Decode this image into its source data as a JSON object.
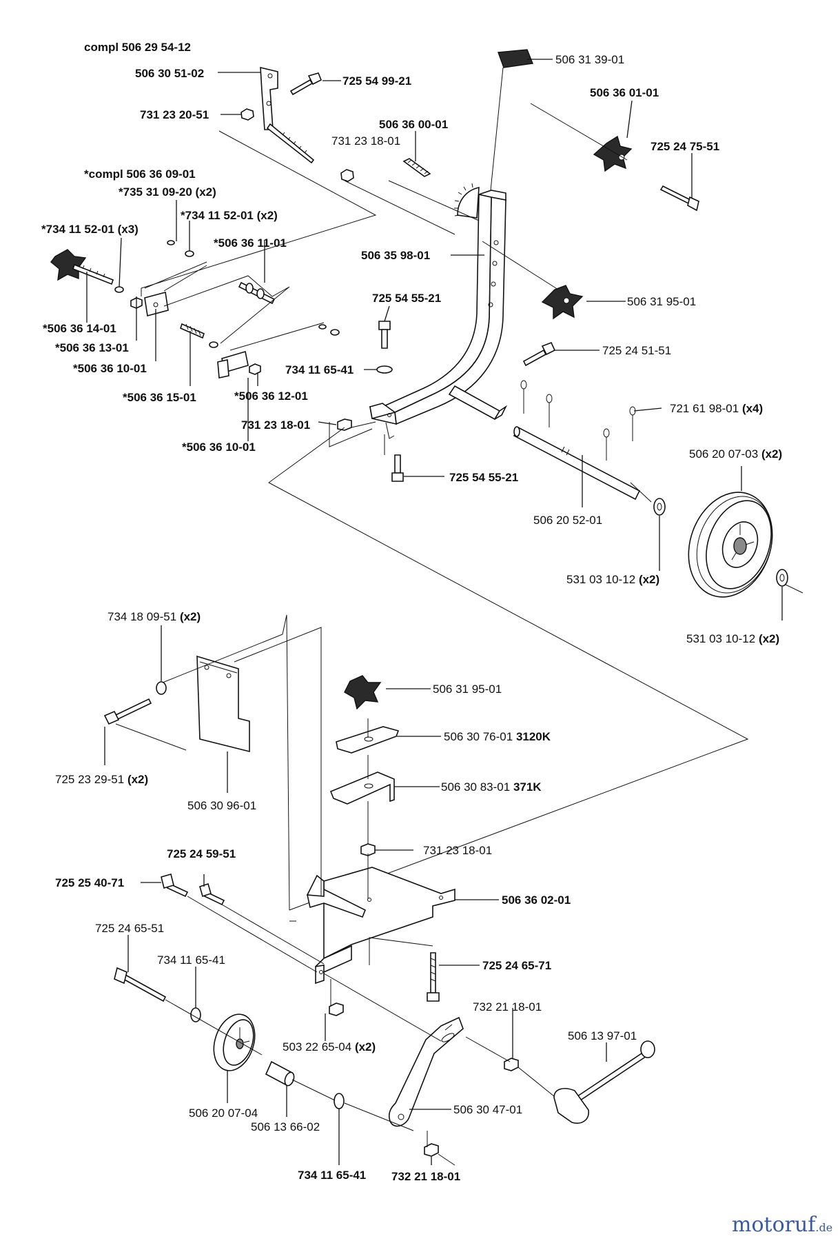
{
  "title": "compl 506 29 54-12",
  "watermark": "motoruf",
  "watermark_tld": ".de",
  "labels": {
    "l1": "506 30 51-02",
    "l2": "725 54 99-21",
    "l3": "731 23 20-51",
    "l4": "731 23 18-01",
    "l5": "506 36 00-01",
    "l6": "506 31 39-01",
    "l7": "506 36 01-01",
    "l8": "725 24 75-51",
    "l9": "*compl 506 36 09-01",
    "l10": "*735 31 09-20 (x2)",
    "l11": "*734 11 52-01 (x2)",
    "l12": "*734 11 52-01 (x3)",
    "l13": "*506 36 11-01",
    "l14": "506 35 98-01",
    "l15": "506 31 95-01",
    "l16": "725 54 55-21",
    "l17": "*506 36 14-01",
    "l18": "*506 36 13-01",
    "l19": "*506 36 10-01",
    "l20": "725 24 51-51",
    "l21": "734 11 65-41",
    "l22": "*506 36 15-01",
    "l23": "*506 36 12-01",
    "l24": "721 61 98-01",
    "l24b": "(x4)",
    "l25": "731 23 18-01",
    "l26": "*506 36 10-01",
    "l27": "506 20 07-03",
    "l27b": "(x2)",
    "l28": "725 54 55-21",
    "l29": "506 20 52-01",
    "l30": "531 03 10-12",
    "l30b": "(x2)",
    "l31": "531 03 10-12",
    "l31b": "(x2)",
    "l32": "734 18 09-51",
    "l32b": "(x2)",
    "l33": "506 31 95-01",
    "l34": "506 30 76-01",
    "l34b": "3120K",
    "l35": "725 23 29-51",
    "l35b": "(x2)",
    "l36": "506 30 96-01",
    "l37": "506 30 83-01",
    "l37b": "371K",
    "l38": "731 23 18-01",
    "l39": "725 24 59-51",
    "l40": "725 25 40-71",
    "l41": "506 36 02-01",
    "l42": "725 24 65-51",
    "l43": "734 11 65-41",
    "l44": "725 24 65-71",
    "l45": "732 21 18-01",
    "l46": "506 13 97-01",
    "l47": "503 22 65-04",
    "l47b": "(x2)",
    "l48": "506 20 07-04",
    "l49": "506 13 66-02",
    "l50": "506 30 47-01",
    "l51": "734 11 65-41",
    "l52": "732 21 18-01"
  }
}
